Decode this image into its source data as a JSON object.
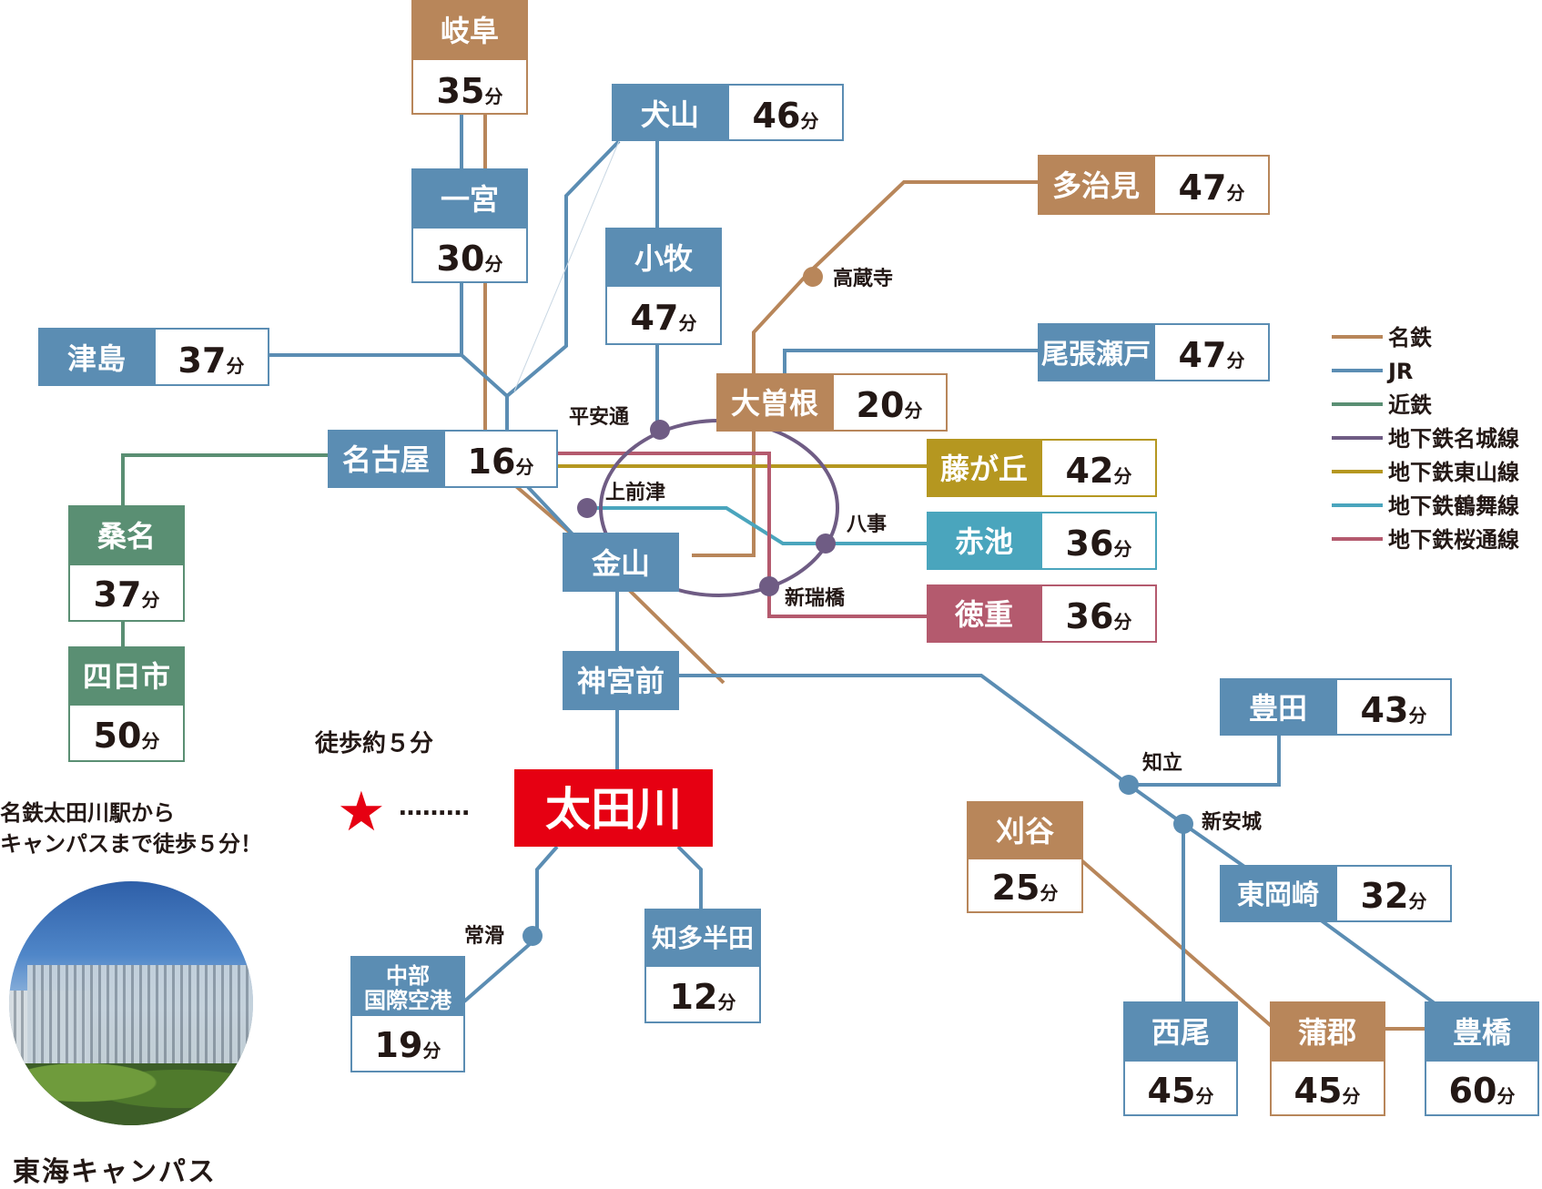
{
  "legend": {
    "items": [
      {
        "label": "名鉄",
        "color": "#b8865a"
      },
      {
        "label": "JR",
        "color": "#5b8db3"
      },
      {
        "label": "近鉄",
        "color": "#5a8f73"
      },
      {
        "label": "地下鉄名城線",
        "color": "#6f5c84"
      },
      {
        "label": "地下鉄東山線",
        "color": "#b59720"
      },
      {
        "label": "地下鉄鶴舞線",
        "color": "#4aa5bd"
      },
      {
        "label": "地下鉄桜通線",
        "color": "#b45a6e"
      }
    ]
  },
  "colors": {
    "meitetsu": "#b8865a",
    "jr": "#5b8db3",
    "kintetsu": "#5a8f73",
    "meijo": "#6f5c84",
    "higashiyama": "#b59720",
    "tsurumai": "#4aa5bd",
    "sakuradori": "#b45a6e",
    "highlight": "#e60012"
  },
  "stations": {
    "gifu": {
      "name": "岐阜",
      "time": "35",
      "unit": "分"
    },
    "ichinomiya": {
      "name": "一宮",
      "time": "30",
      "unit": "分"
    },
    "inuyama": {
      "name": "犬山",
      "time": "46",
      "unit": "分"
    },
    "komaki": {
      "name": "小牧",
      "time": "47",
      "unit": "分"
    },
    "tajimi": {
      "name": "多治見",
      "time": "47",
      "unit": "分"
    },
    "owariseto": {
      "name": "尾張瀬戸",
      "time": "47",
      "unit": "分"
    },
    "tsushima": {
      "name": "津島",
      "time": "37",
      "unit": "分"
    },
    "ozone": {
      "name": "大曽根",
      "time": "20",
      "unit": "分"
    },
    "nagoya": {
      "name": "名古屋",
      "time": "16",
      "unit": "分"
    },
    "fujigaoka": {
      "name": "藤が丘",
      "time": "42",
      "unit": "分"
    },
    "akaike": {
      "name": "赤池",
      "time": "36",
      "unit": "分"
    },
    "tokushige": {
      "name": "徳重",
      "time": "36",
      "unit": "分"
    },
    "kuwana": {
      "name": "桑名",
      "time": "37",
      "unit": "分"
    },
    "yokkaichi": {
      "name": "四日市",
      "time": "50",
      "unit": "分"
    },
    "kanayama": {
      "name": "金山"
    },
    "jingumae": {
      "name": "神宮前"
    },
    "otagawa": {
      "name": "太田川"
    },
    "toyota": {
      "name": "豊田",
      "time": "43",
      "unit": "分"
    },
    "kariya": {
      "name": "刈谷",
      "time": "25",
      "unit": "分"
    },
    "higashiokazaki": {
      "name": "東岡崎",
      "time": "32",
      "unit": "分"
    },
    "chitahanda": {
      "name": "知多半田",
      "time": "12",
      "unit": "分"
    },
    "centrair": {
      "name_line1": "中部",
      "name_line2": "国際空港",
      "time": "19",
      "unit": "分"
    },
    "nishio": {
      "name": "西尾",
      "time": "45",
      "unit": "分"
    },
    "gamagori": {
      "name": "蒲郡",
      "time": "45",
      "unit": "分"
    },
    "toyohashi": {
      "name": "豊橋",
      "time": "60",
      "unit": "分"
    }
  },
  "minor_stations": {
    "takakuraji": "高蔵寺",
    "heiando": "平安通",
    "kamimaezu": "上前津",
    "yagoto": "八事",
    "shinmizuhashi": "新瑞橋",
    "chiryu": "知立",
    "shinanjo": "新安城",
    "tokoname": "常滑"
  },
  "walk": {
    "label": "徒歩約５分",
    "star": "★",
    "dots": "………"
  },
  "note": {
    "line1": "名鉄太田川駅から",
    "line2": "キャンパスまで徒歩５分！"
  },
  "campus": {
    "name": "東海キャンパス"
  }
}
